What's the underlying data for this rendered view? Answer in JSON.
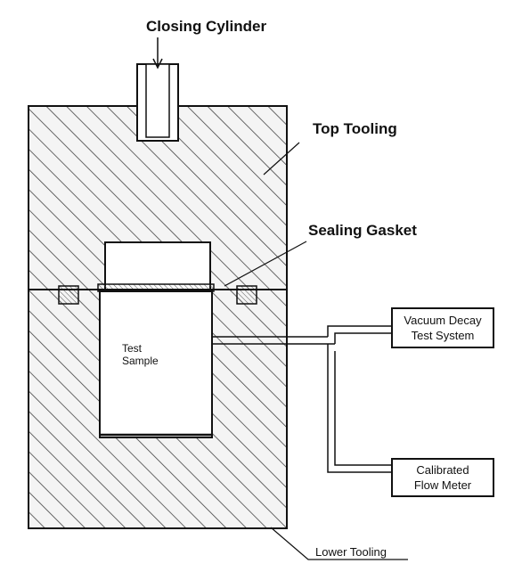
{
  "labels": {
    "closing_cylinder": "Closing Cylinder",
    "top_tooling": "Top Tooling",
    "sealing_gasket": "Sealing Gasket",
    "test_sample_line1": "Test",
    "test_sample_line2": "Sample",
    "vacuum_line1": "Vacuum Decay",
    "vacuum_line2": "Test System",
    "flow_line1": "Calibrated",
    "flow_line2": "Flow Meter",
    "lower_tooling": "Lower Tooling"
  }
}
